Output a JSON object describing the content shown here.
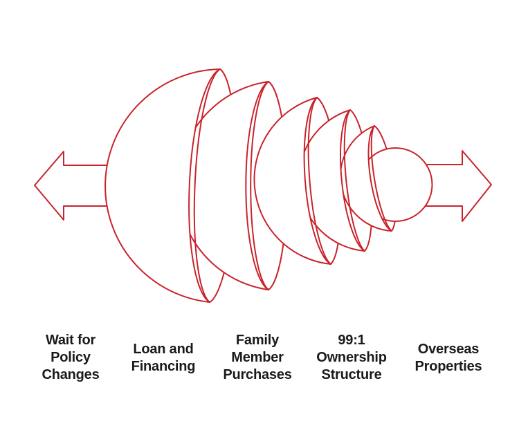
{
  "canvas": {
    "background": "#ffffff",
    "accent_red": "#c9232b",
    "text_color": "#1a1a1a"
  },
  "diagram": {
    "type": "nested-spheres-flow",
    "layers_count": 6,
    "left_arrow": {
      "direction": "left"
    },
    "right_arrow": {
      "direction": "right"
    },
    "labels": [
      {
        "id": "wait-for-policy-changes",
        "text": "Wait for Policy Changes",
        "lines": [
          "Wait for",
          "Policy",
          "Changes"
        ]
      },
      {
        "id": "loan-and-financing",
        "text": "Loan and Financing",
        "lines": [
          "Loan and",
          "Financing"
        ]
      },
      {
        "id": "family-member-purchases",
        "text": "Family Member Purchases",
        "lines": [
          "Family",
          "Member",
          "Purchases"
        ]
      },
      {
        "id": "99-1-ownership-structure",
        "text": "99:1 Ownership Structure",
        "lines": [
          "99:1",
          "Ownership",
          "Structure"
        ]
      },
      {
        "id": "overseas-properties",
        "text": "Overseas Properties",
        "lines": [
          "Overseas",
          "Properties"
        ]
      }
    ]
  }
}
